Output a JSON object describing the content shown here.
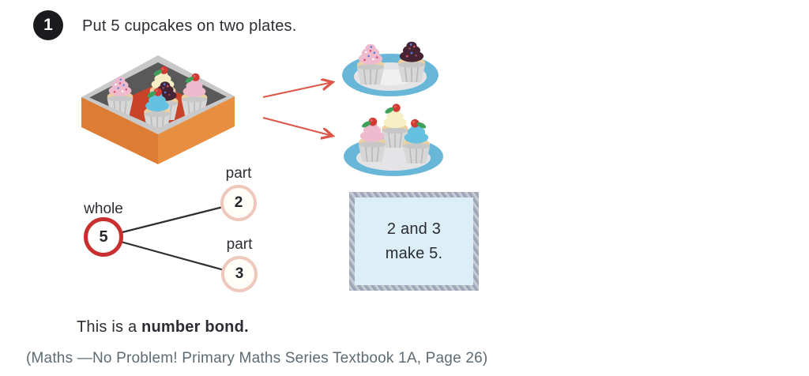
{
  "header": {
    "badge": "1",
    "title": "Put 5 cupcakes on two plates."
  },
  "illustration": {
    "box_cupcake_count": 5,
    "top_plate_cupcake_count": 2,
    "bottom_plate_cupcake_count": 3,
    "icons": [
      "cupcake-box-icon",
      "arrow-icon",
      "plate-icon",
      "cupcake-icon"
    ]
  },
  "number_bond": {
    "whole_label": "whole",
    "whole_value": "5",
    "part_top_label": "part",
    "part_top_value": "2",
    "part_bottom_label": "part",
    "part_bottom_value": "3"
  },
  "callout": {
    "line1": "2 and 3",
    "line2": "make 5."
  },
  "footer": {
    "statement_prefix": "This is a ",
    "statement_bold": "number bond."
  },
  "caption": "(Maths —No Problem! Primary Maths Series Textbook 1A, Page 26)",
  "colors": {
    "whole_ring": "#c92f2f",
    "part_ring": "#eec8bc",
    "arrow_red": "#dd5548",
    "plate_blue": "#68b7d8",
    "box_orange_left": "#dd7c33",
    "box_orange_right": "#e78e41",
    "box_floor_red": "#c8432a",
    "callout_bg": "#dceef6",
    "caption_gray": "#5d6b74"
  }
}
